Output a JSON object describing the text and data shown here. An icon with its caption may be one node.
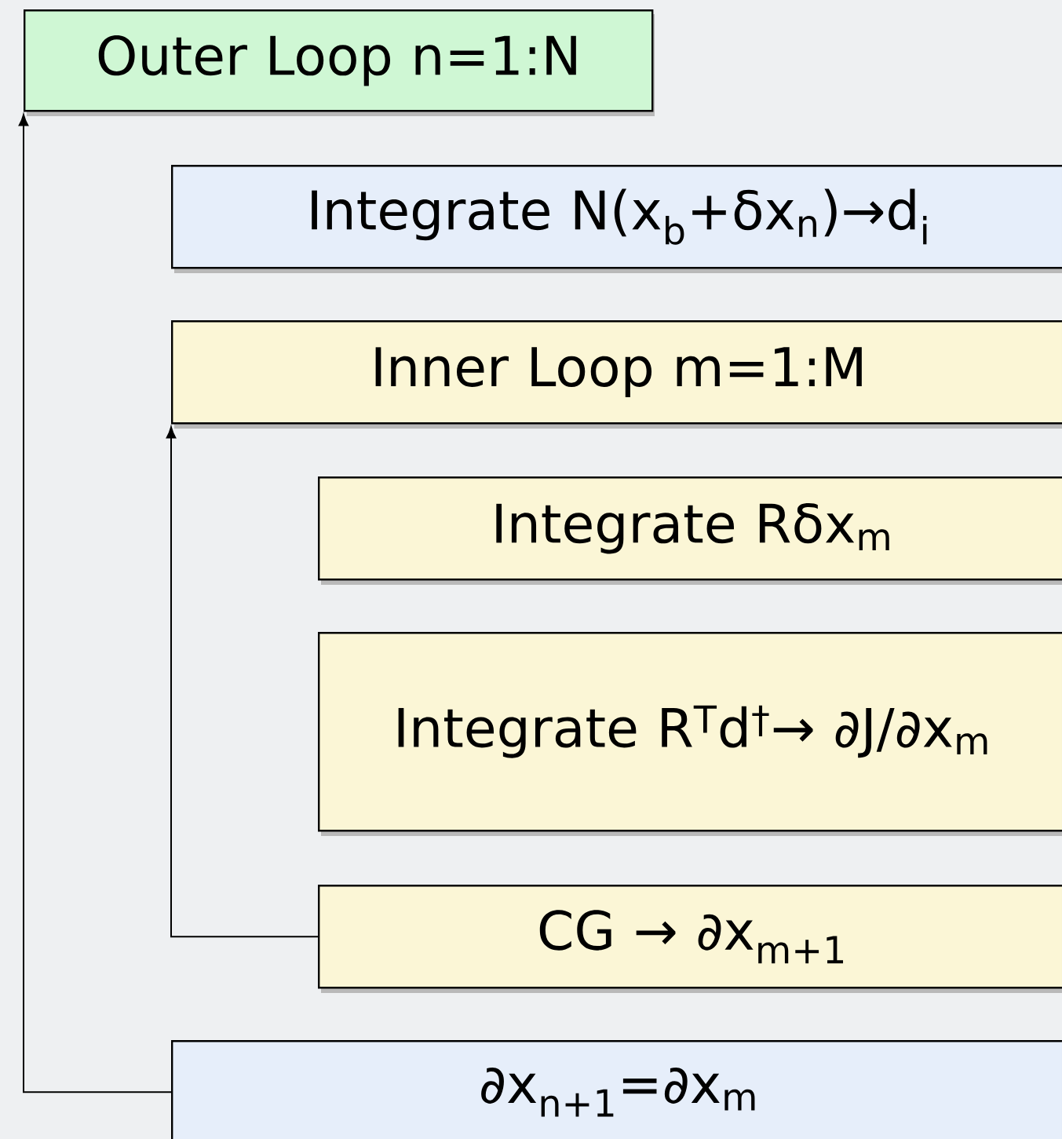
{
  "diagram": {
    "nodes": [
      {
        "text": [
          "Outer Loop n=1:N"
        ]
      },
      {
        "text": [
          "Integrate N(x$_{b}$+δx$_{n}$)→d$_{i}$"
        ]
      },
      {
        "text": [
          "Inner Loop m=1:M"
        ]
      },
      {
        "text": [
          "Integrate Rδx$_{m}$"
        ]
      },
      {
        "text": [
          "Integrate R$^{T}$d$^{†}$→ ∂J/∂x$_{m}$"
        ]
      },
      {
        "text": [
          "CG → ∂x$_{m+1}$"
        ]
      },
      {
        "text": [
          "∂x$_{n+1}$=∂x$_{m}$"
        ]
      }
    ],
    "edges": [
      {
        "from": 5,
        "to": 2,
        "arrow": "to"
      },
      {
        "from": 6,
        "to": 0,
        "arrow": "to"
      }
    ]
  }
}
